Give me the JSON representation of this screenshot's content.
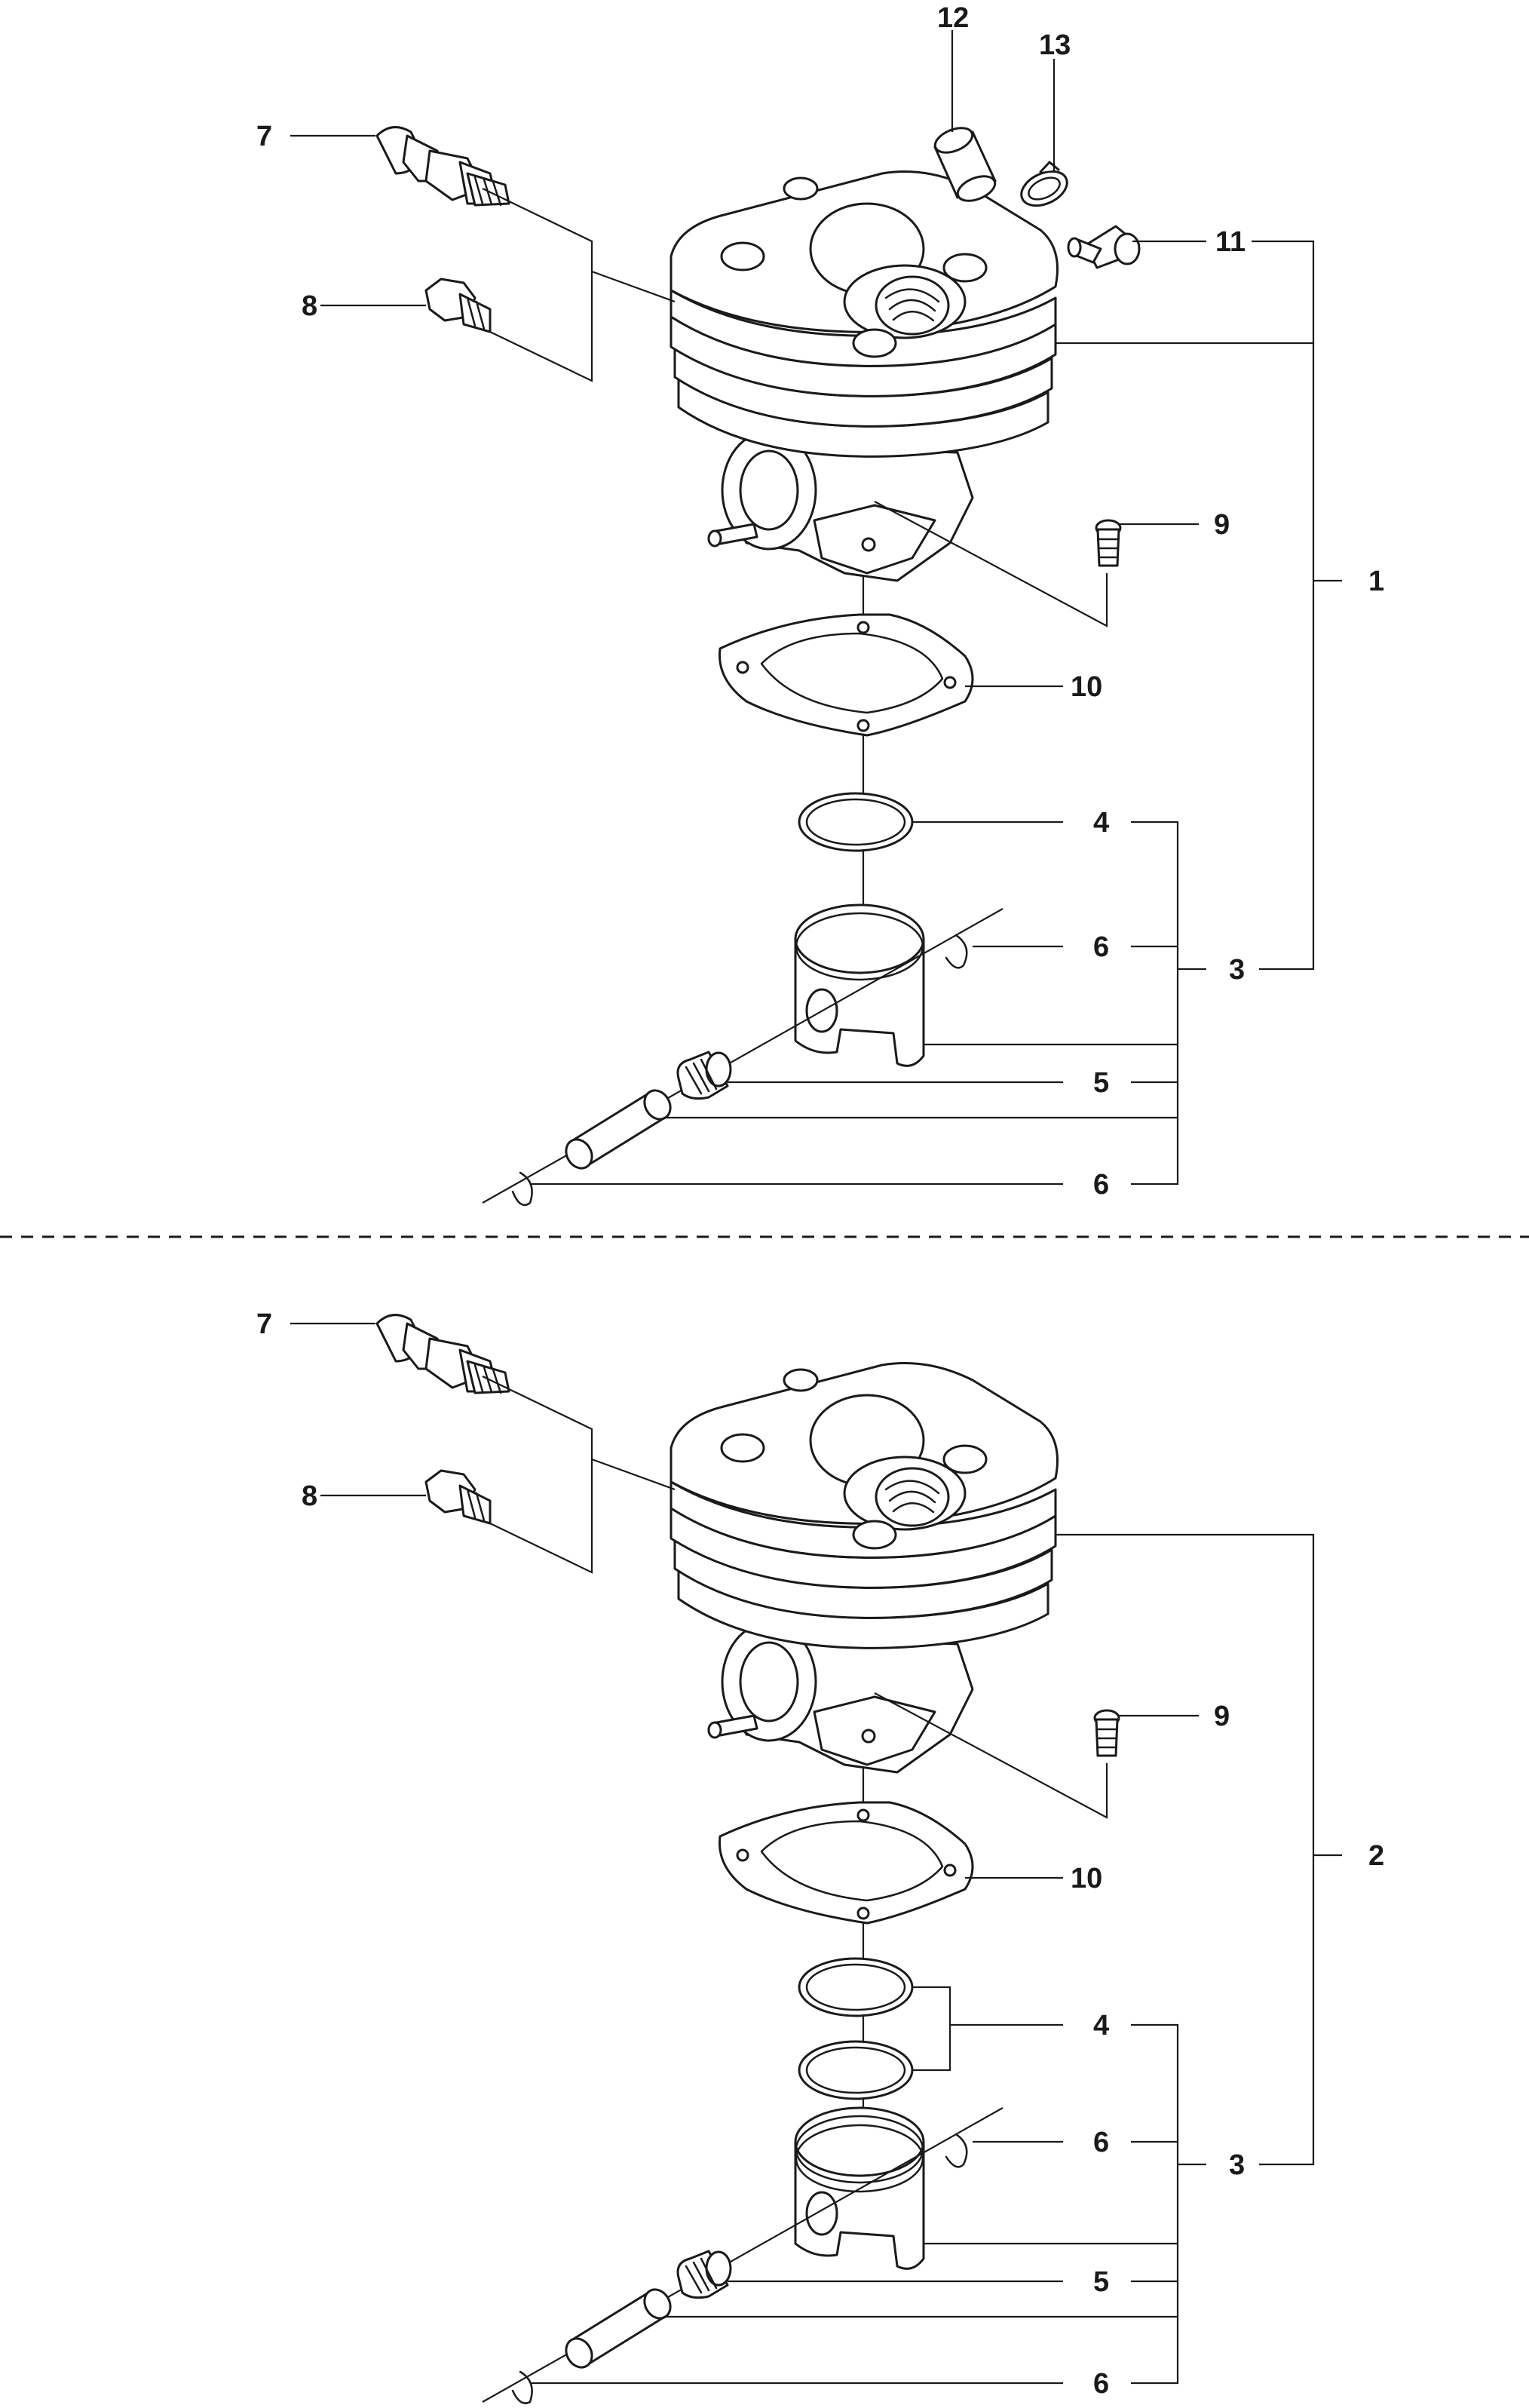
{
  "diagram": {
    "assemblies": [
      {
        "id": "upper",
        "callouts": [
          {
            "key": "12",
            "text": "12"
          },
          {
            "key": "13",
            "text": "13"
          },
          {
            "key": "7",
            "text": "7"
          },
          {
            "key": "11",
            "text": "11"
          },
          {
            "key": "8",
            "text": "8"
          },
          {
            "key": "9",
            "text": "9"
          },
          {
            "key": "1",
            "text": "1"
          },
          {
            "key": "10",
            "text": "10"
          },
          {
            "key": "4",
            "text": "4"
          },
          {
            "key": "6a",
            "text": "6"
          },
          {
            "key": "3",
            "text": "3"
          },
          {
            "key": "5",
            "text": "5"
          },
          {
            "key": "6b",
            "text": "6"
          }
        ]
      },
      {
        "id": "lower",
        "callouts": [
          {
            "key": "7",
            "text": "7"
          },
          {
            "key": "8",
            "text": "8"
          },
          {
            "key": "9",
            "text": "9"
          },
          {
            "key": "2",
            "text": "2"
          },
          {
            "key": "10",
            "text": "10"
          },
          {
            "key": "4",
            "text": "4"
          },
          {
            "key": "6a",
            "text": "6"
          },
          {
            "key": "3",
            "text": "3"
          },
          {
            "key": "5",
            "text": "5"
          },
          {
            "key": "6b",
            "text": "6"
          }
        ]
      }
    ]
  }
}
